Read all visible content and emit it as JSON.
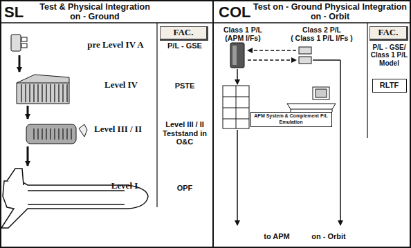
{
  "diagram": {
    "nodes": [
      {
        "text": [
          "SL",
          "Test & Physical Integration on - Ground"
        ]
      },
      {
        "text": [
          "FAC."
        ],
        "in": 0
      },
      {
        "text": [
          "P/L - GSE"
        ],
        "in": 1
      },
      {
        "text": [
          "PSTE"
        ],
        "in": 1
      },
      {
        "text": [
          "Level III / II Teststand in O&C"
        ],
        "in": 1
      },
      {
        "text": [
          "OPF"
        ],
        "in": 1
      },
      {
        "text": [
          "COL",
          "Test on - Ground Physical Integration on - Orbit"
        ]
      },
      {
        "text": [
          "FAC."
        ],
        "in": 6
      },
      {
        "text": [
          "P/L - GSE/ Class 1 P/L Model"
        ],
        "in": 7
      },
      {
        "text": [
          "RLTF"
        ],
        "in": 7
      },
      {
        "text": [
          "APM System & Complement P/L Emulation"
        ],
        "in": 6
      }
    ],
    "labels": [
      "pre Level IV A",
      "Level IV",
      "Level III / II",
      "Level I",
      "Class 1 P/L",
      "(APM I/Fs)",
      "Class 2 P/L",
      "( Class 1 P/L I/Fs )",
      "to APM",
      "on - Orbit"
    ]
  }
}
